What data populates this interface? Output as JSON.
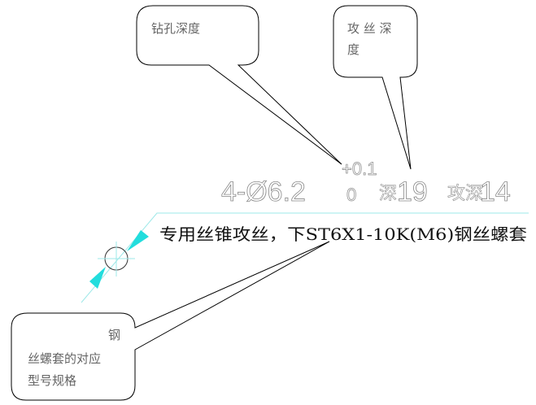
{
  "callouts": {
    "drill_depth": "钻孔深度",
    "tap_depth_line1": "攻 丝 深",
    "tap_depth_line2": "度",
    "insert_spec_line1": "钢",
    "insert_spec_line2": "丝螺套的对应",
    "insert_spec_line3": "型号规格"
  },
  "dimension": {
    "main": "4-Ø6.2",
    "tol_upper": "+0.1",
    "tol_lower": "0",
    "depth_label": "深",
    "depth_value": "19",
    "tap_label": "攻深",
    "tap_value": "14"
  },
  "note": "专用丝锥攻丝，下ST6X1-10K(M6)钢丝螺套",
  "colors": {
    "leader": "#66e0e0",
    "arrow": "#22dddd",
    "line": "#000000"
  }
}
